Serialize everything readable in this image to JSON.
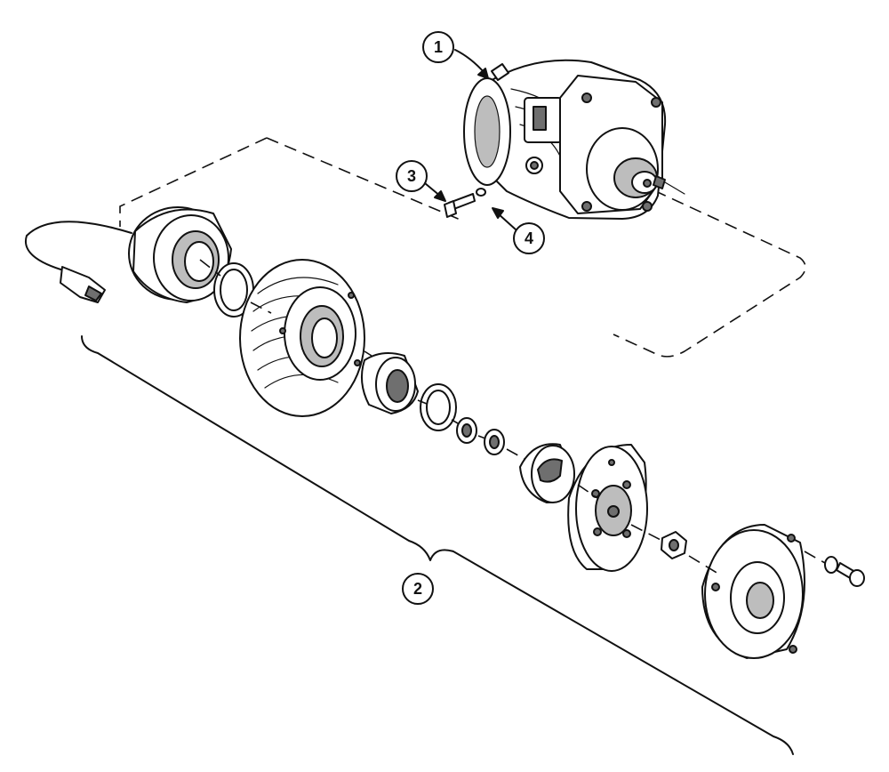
{
  "callouts": [
    {
      "id": "1",
      "label": "1"
    },
    {
      "id": "2",
      "label": "2"
    },
    {
      "id": "3",
      "label": "3"
    },
    {
      "id": "4",
      "label": "4"
    }
  ],
  "colors": {
    "ink": "#111111",
    "paper": "#ffffff",
    "shade": "#6f6f6f"
  }
}
